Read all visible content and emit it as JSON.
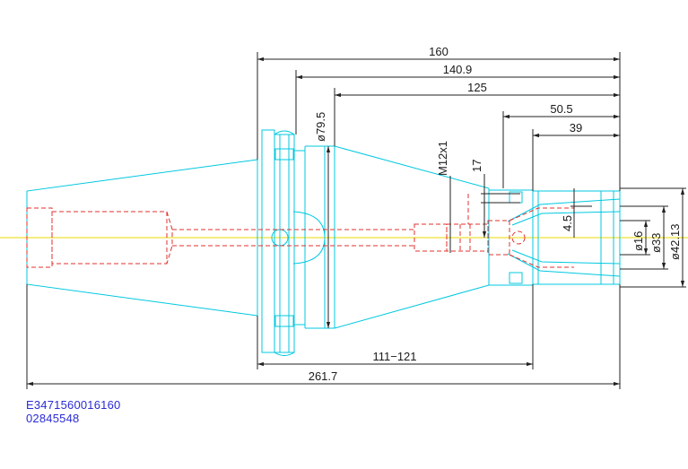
{
  "colors": {
    "outline": "#00c8e0",
    "hidden": "#e0302c",
    "dimension": "#222222",
    "centerline": "#e8d800",
    "codes": "#2b2bd6"
  },
  "dimensions": {
    "overall_length": "261.7",
    "length_160": "160",
    "length_140_9": "140.9",
    "length_125": "125",
    "length_50_5": "50.5",
    "length_39": "39",
    "range_111_121": "111−121",
    "dia_79_5": "ø79.5",
    "thread_m12": "M12x1",
    "depth_17": "17",
    "width_4_5": "4.5",
    "dia_16": "ø16",
    "dia_33": "ø33",
    "dia_42_13": "ø42.13"
  },
  "codes": {
    "part_number": "E3471560016160",
    "order_number": "02845548"
  }
}
